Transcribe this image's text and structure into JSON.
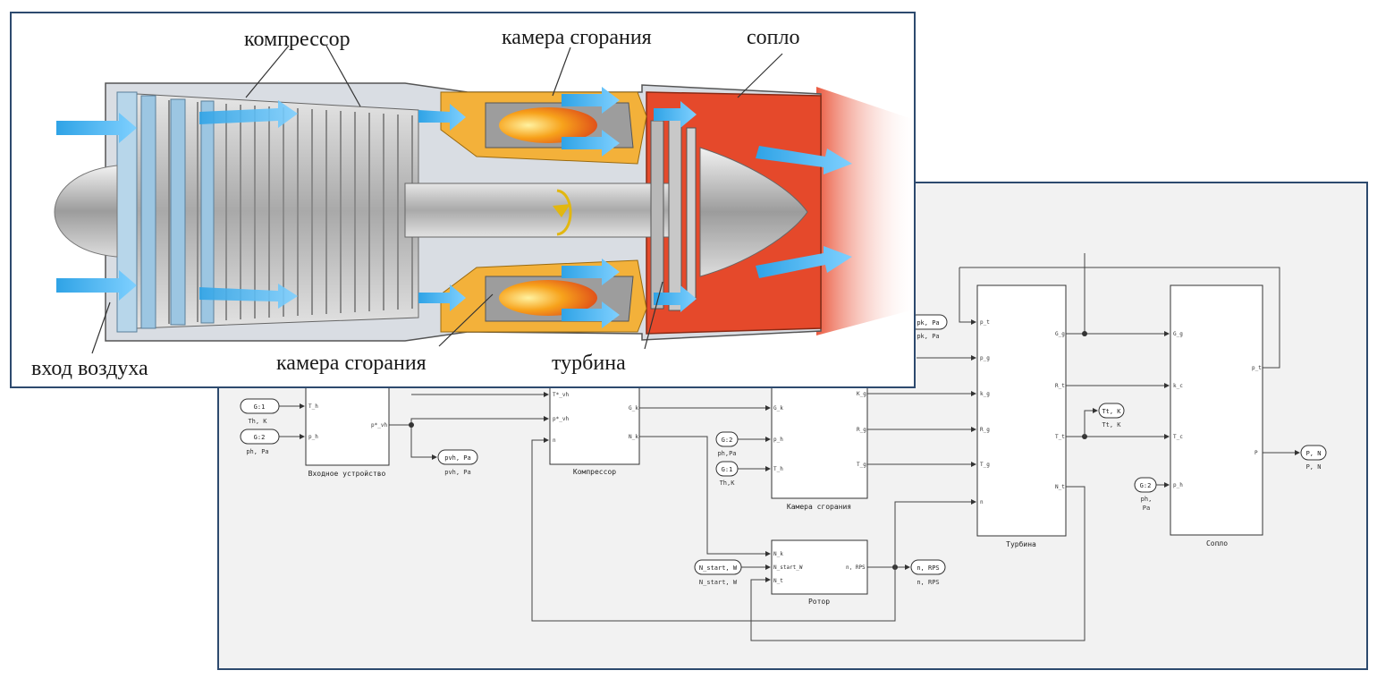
{
  "engine_diagram": {
    "labels": {
      "compressor": "компрессор",
      "combustor_top": "камера сгорания",
      "nozzle": "сопло",
      "air_inlet": "вход воздуха",
      "combustor_bottom": "камера сгорания",
      "turbine": "турбина"
    }
  },
  "simulink": {
    "blocks": {
      "inlet": {
        "name": "Входное устройство",
        "ports_in": [
          "T_h",
          "p_h"
        ],
        "ports_out": [
          "p*_vh"
        ]
      },
      "compressor": {
        "name": "Компрессор",
        "ports_in": [
          "T*_vh",
          "p*_vh",
          "n"
        ],
        "ports_out": [
          "G_k",
          "N_k"
        ]
      },
      "combustor": {
        "name": "Камера сгорания",
        "ports_in": [
          "G_k",
          "p_h",
          "T_h"
        ],
        "ports_out": [
          "K_g",
          "R_g",
          "T_g"
        ]
      },
      "rotor": {
        "name": "Ротор",
        "ports_in": [
          "N_k",
          "N_start_W",
          "N_t"
        ],
        "ports_out": [
          "n, RPS"
        ]
      },
      "turbine": {
        "name": "Турбина",
        "ports_in": [
          "p_t",
          "p_g",
          "k_g",
          "R_g",
          "T_g",
          "n"
        ],
        "ports_out": [
          "G_g",
          "R_t",
          "T_t",
          "N_t"
        ]
      },
      "nozzle": {
        "name": "Сопло",
        "ports_in": [
          "G_g",
          "k_c",
          "T_c",
          "p_h"
        ],
        "ports_out": [
          "p_t",
          "P"
        ]
      }
    },
    "sources": {
      "g1_inlet": {
        "text": "G:1",
        "caption": "Th, K"
      },
      "g2_inlet": {
        "text": "G:2",
        "caption": "ph, Pa"
      },
      "g2_comb": {
        "text": "G:2",
        "caption": "ph,Pa"
      },
      "g1_comb": {
        "text": "G:1",
        "caption": "Th,K"
      },
      "nstart": {
        "text": "N_start, W",
        "caption": "N_start, W"
      },
      "g2_nozzle": {
        "text": "G:2",
        "caption": "ph,\nPa"
      }
    },
    "sinks": {
      "pvh": {
        "text": "pvh, Pa",
        "caption": "pvh, Pa"
      },
      "pk": {
        "text": "pk, Pa",
        "caption": "pk, Pa"
      },
      "tt": {
        "text": "Tt, K",
        "caption": "Tt, K"
      },
      "n": {
        "text": "n, RPS",
        "caption": "n, RPS"
      },
      "p": {
        "text": "P, N",
        "caption": "P, N"
      }
    }
  }
}
